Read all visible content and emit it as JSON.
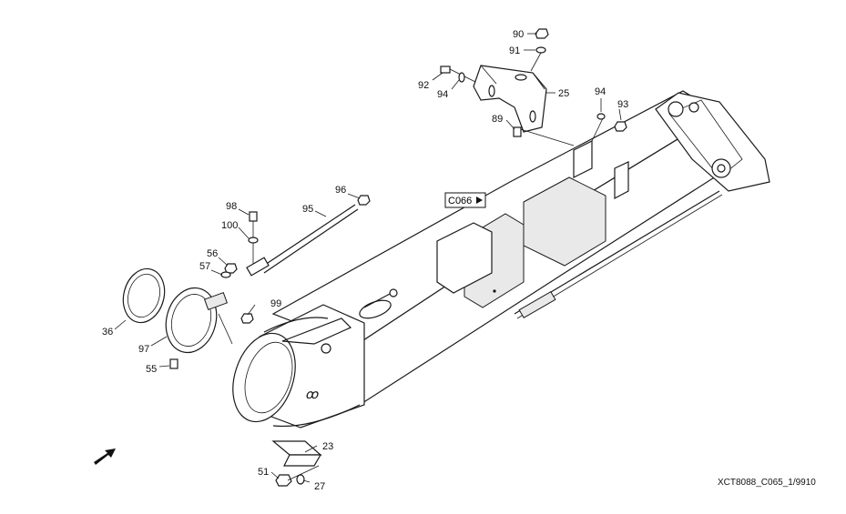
{
  "diagram": {
    "drawing_code": "XCT8088_C065_1/9910",
    "reference": "C066",
    "part_labels": [
      "90",
      "91",
      "92",
      "94",
      "25",
      "89",
      "94",
      "93",
      "96",
      "98",
      "95",
      "100",
      "56",
      "57",
      "99",
      "36",
      "97",
      "55",
      "23",
      "51",
      "27"
    ]
  }
}
